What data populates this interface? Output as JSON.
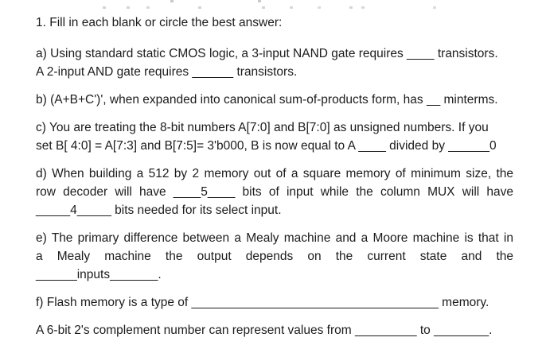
{
  "page": {
    "background_color": "#ffffff",
    "text_color": "#1c1c1c"
  },
  "questions": {
    "intro": "1. Fill in each blank or circle the best answer:",
    "a": {
      "line1": "a) Using standard static CMOS logic, a 3-input NAND gate requires ____ transistors.",
      "line2": "A 2-input AND gate requires ______ transistors."
    },
    "b": {
      "line1": "b) (A+B+C')', when expanded into canonical sum-of-products form, has __ minterms."
    },
    "c": {
      "line1": "c) You are treating the 8-bit numbers A[7:0] and B[7:0] as unsigned numbers. If you",
      "line2": "set B[ 4:0] = A[7:3] and B[7:5]= 3'b000, B is now equal to A ____ divided by ______0"
    },
    "d": {
      "line1": "d) When building a 512 by 2 memory out of a square memory of minimum size, the",
      "line2": "row decoder will have ____5____ bits of input while the column MUX will have",
      "line3": "_____4_____ bits needed for its select input."
    },
    "e": {
      "line1": "e) The primary difference between a Mealy machine and a Moore machine is that in",
      "line2": "a Mealy machine the output depends on the current state and the",
      "line3": "______inputs_______."
    },
    "f": {
      "line1": "f) Flash memory is a type of ____________________________________ memory."
    },
    "g": {
      "line1": "A 6-bit 2's complement number can represent values from _________ to ________."
    }
  }
}
